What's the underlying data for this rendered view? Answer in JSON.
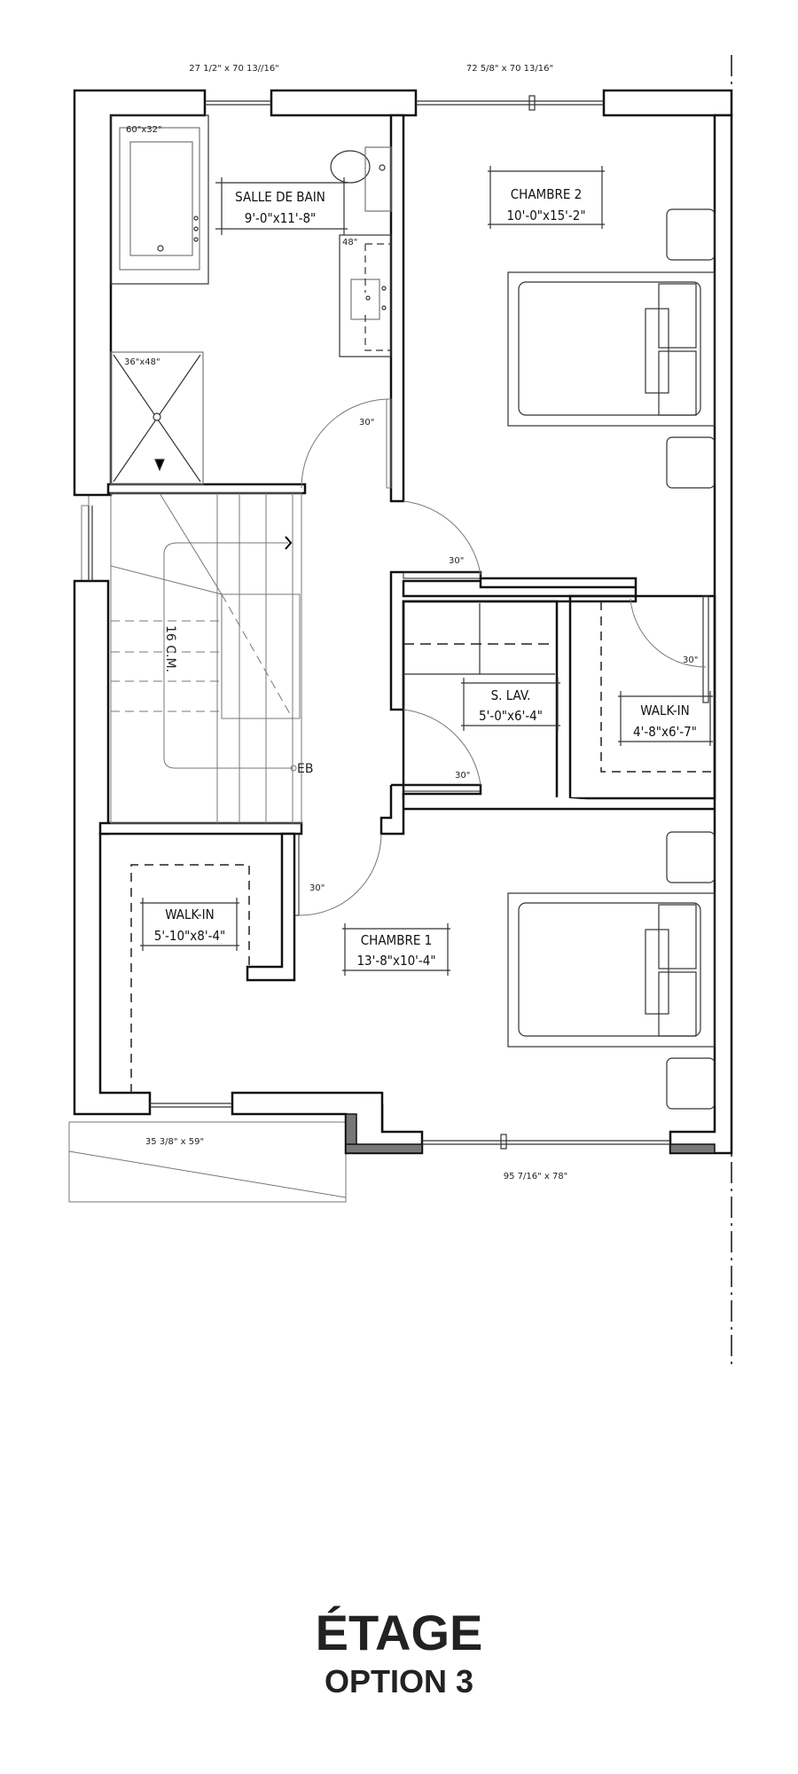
{
  "plan": {
    "windows": {
      "top_left": "27 1/2\" x 70 13//16\"",
      "top_right": "72 5/8\" x 70 13/16\"",
      "bottom_left": "35 3/8\" x 59\"",
      "bottom_right": "95 7/16\" x 78\""
    },
    "rooms": {
      "salle_de_bain": {
        "name": "SALLE DE BAIN",
        "size": "9'-0\"x11'-8\""
      },
      "chambre_2": {
        "name": "CHAMBRE 2",
        "size": "10'-0\"x15'-2\""
      },
      "s_lav": {
        "name": "S. LAV.",
        "size": "5'-0\"x6'-4\""
      },
      "walk_in_right": {
        "name": "WALK-IN",
        "size": "4'-8\"x6'-7\""
      },
      "walk_in_left": {
        "name": "WALK-IN",
        "size": "5'-10\"x8'-4\""
      },
      "chambre_1": {
        "name": "CHAMBRE 1",
        "size": "13'-8\"x10'-4\""
      }
    },
    "fixtures": {
      "bath": "60\"x32\"",
      "vanity": "48\"",
      "shower": "36\"x48\"",
      "stairs": "16 C.M.",
      "eb": "EB"
    },
    "doors": {
      "bathroom": "30\"",
      "chambre_2": "30\"",
      "walk_in_right": "30\"",
      "s_lav": "30\"",
      "chambre_1": "30\""
    }
  },
  "title": {
    "main": "ÉTAGE",
    "sub": "OPTION 3"
  }
}
